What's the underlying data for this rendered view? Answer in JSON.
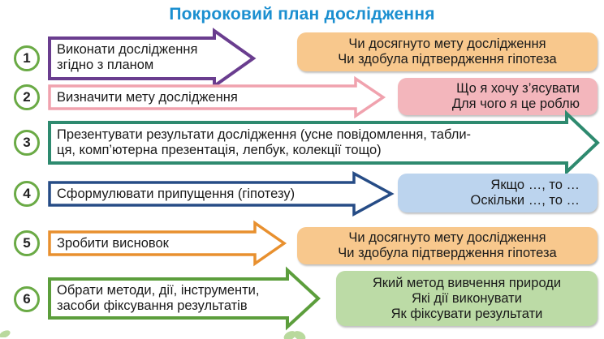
{
  "title": "Покроковий план дослідження",
  "colors": {
    "title": "#1b8fd0",
    "circle_border": "#6aaa45",
    "arrow_purple": "#6a3d8f",
    "arrow_pink": "#f0a2ae",
    "arrow_teal": "#2e8a6f",
    "arrow_navy": "#264c86",
    "arrow_orange": "#e8902f",
    "arrow_green": "#5c9e3c",
    "box_orange": "#f8c88d",
    "box_pink": "#f3b6bc",
    "box_blue": "#bcd4ee",
    "box_green": "#bcdba6"
  },
  "steps": [
    {
      "number": "1",
      "text": [
        "Виконати дослідження",
        "згідно з планом"
      ],
      "arrow_color": "purple",
      "note": [
        "Чи досягнуто мету дослідження",
        "Чи здобула підтвердження гіпотеза"
      ],
      "note_color": "orange"
    },
    {
      "number": "2",
      "text": [
        "Визначити мету дослідження"
      ],
      "arrow_color": "pink",
      "note": [
        "Що я хочу з’ясувати",
        "Для чого я це роблю"
      ],
      "note_color": "pink"
    },
    {
      "number": "3",
      "text": [
        "Презентувати результати дослідження (усне повідомлення, табли-",
        "ця, комп’ютерна презентація, лепбук, колекції тощо)"
      ],
      "arrow_color": "teal"
    },
    {
      "number": "4",
      "text": [
        "Сформулювати припущення (гіпотезу)"
      ],
      "arrow_color": "navy",
      "note": [
        "Якщо …, то …",
        "Оскільки …, то …"
      ],
      "note_color": "blue"
    },
    {
      "number": "5",
      "text": [
        "Зробити висновок"
      ],
      "arrow_color": "orange",
      "note": [
        "Чи досягнуто мету дослідження",
        "Чи здобула підтвердження гіпотеза"
      ],
      "note_color": "orange"
    },
    {
      "number": "6",
      "text": [
        "Обрати методи, дії, інструменти,",
        "засоби фіксування результатів"
      ],
      "arrow_color": "green",
      "note": [
        "Який метод вивчення природи",
        "Які дії виконувати",
        "Як фіксувати результати"
      ],
      "note_color": "green"
    }
  ]
}
